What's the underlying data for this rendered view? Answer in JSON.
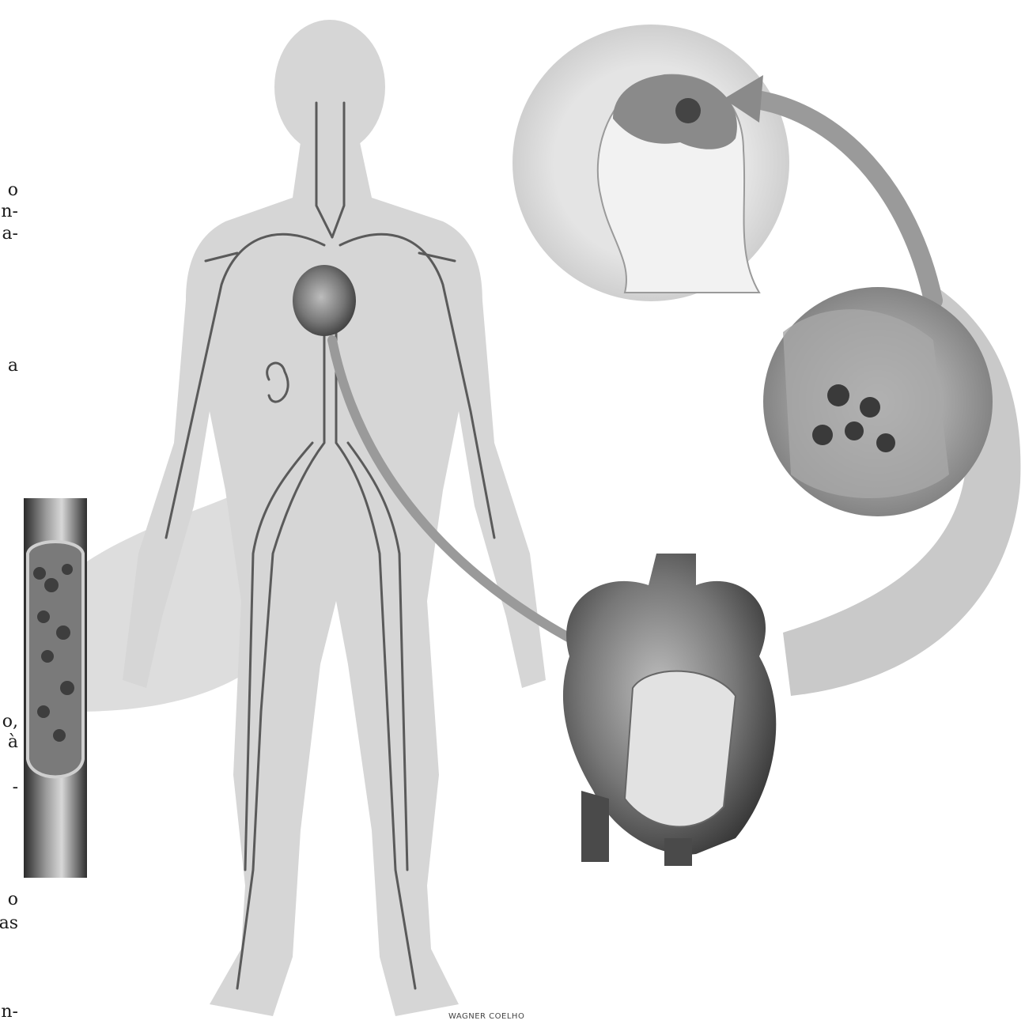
{
  "text_fragments": [
    {
      "id": "frag-1",
      "text": "o"
    },
    {
      "id": "frag-2",
      "text": "n-"
    },
    {
      "id": "frag-3",
      "text": "a-"
    },
    {
      "id": "frag-4",
      "text": "a"
    },
    {
      "id": "frag-5",
      "text": "o,"
    },
    {
      "id": "frag-6",
      "text": "à"
    },
    {
      "id": "frag-7",
      "text": "-"
    },
    {
      "id": "frag-8",
      "text": "o"
    },
    {
      "id": "frag-9",
      "text": "as"
    },
    {
      "id": "frag-10",
      "text": "n-"
    }
  ],
  "signature": "WAGNER COELHO",
  "illustration_elements": {
    "body": "human-circulatory-system",
    "vein_inset": "vein-with-clots",
    "heart": "heart-cross-section",
    "heart_inset": "heart-chamber-clots",
    "head_inset": "head-with-brain-stroke"
  },
  "colors": {
    "background": "#ffffff",
    "silhouette": "#d4d4d4",
    "vessel": "#5a5a5a",
    "arrow": "#9a9a9a",
    "text": "#1b1b1b"
  }
}
